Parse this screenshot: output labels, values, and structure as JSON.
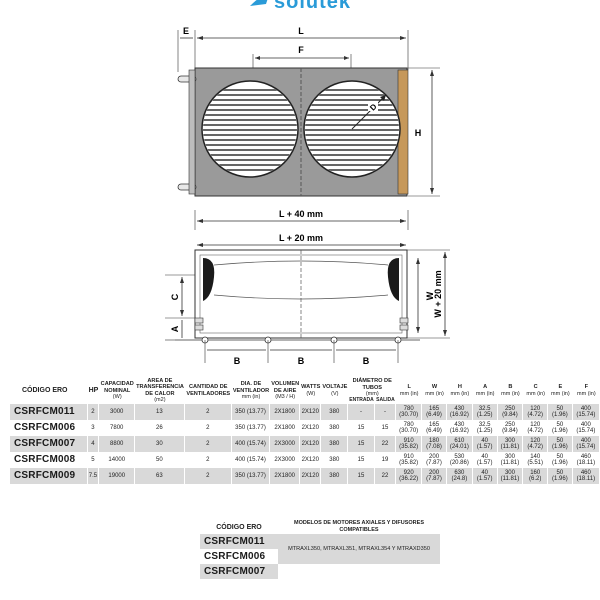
{
  "brand": {
    "name": "solutek",
    "color": "#2a9bd8"
  },
  "drawing": {
    "labels": {
      "e": "E",
      "l": "L",
      "f": "F",
      "d": "D",
      "h": "H",
      "l40": "L + 40 mm",
      "l20": "L + 20 mm",
      "c": "C",
      "a": "A",
      "w": "W",
      "w20": "W + 20 mm",
      "b1": "B",
      "b2": "B",
      "b3": "B"
    }
  },
  "spec_table": {
    "headers": {
      "code": "CÓDIGO ERO",
      "hp": "HP",
      "capacity": "CAPACIDAD NOMINAL",
      "capacity_unit": "(W)",
      "area": "AREA DE TRANSFERENCIA DE CALOR",
      "area_unit": "(m2)",
      "fans": "CANTIDAD DE VENTILADORES",
      "fan_dia": "DIA. DE VENTILADOR",
      "fan_dia_unit": "mm (in)",
      "air": "VOLUMEN DE AIRE",
      "air_unit": "(M3 / H)",
      "watts": "WATTS",
      "watts_unit": "(W)",
      "volt": "VOLTAJE",
      "volt_unit": "(V)",
      "tubes": "DIÁMETRO DE TUBOS",
      "tubes_unit": "(mm)",
      "inlet": "ENTRADA",
      "outlet": "SALIDA",
      "l": "L",
      "w": "W",
      "h": "H",
      "a": "A",
      "b": "B",
      "c": "C",
      "e": "E",
      "f": "F",
      "dim_unit": "mm (in)"
    },
    "rows": [
      {
        "code": "CSRFCM011",
        "hp": "2",
        "capacity": "3000",
        "area": "13",
        "fans": "2",
        "fan_dia": "350 (13.77)",
        "air": "2X1800",
        "watts": "2X120",
        "volt": "380",
        "inlet": "-",
        "outlet": "-",
        "l": "780 (30.70)",
        "w": "165 (6.49)",
        "h": "430 (16.92)",
        "a": "32.5 (1.25)",
        "b": "250 (9.84)",
        "c": "120 (4.72)",
        "e": "50 (1.96)",
        "f": "400 (15.74)"
      },
      {
        "code": "CSRFCM006",
        "hp": "3",
        "capacity": "7800",
        "area": "26",
        "fans": "2",
        "fan_dia": "350 (13.77)",
        "air": "2X1800",
        "watts": "2X120",
        "volt": "380",
        "inlet": "15",
        "outlet": "15",
        "l": "780 (30.70)",
        "w": "165 (6.49)",
        "h": "430 (16.92)",
        "a": "32.5 (1.25)",
        "b": "250 (9.84)",
        "c": "120 (4.72)",
        "e": "50 (1.96)",
        "f": "400 (15.74)"
      },
      {
        "code": "CSRFCM007",
        "hp": "4",
        "capacity": "8800",
        "area": "30",
        "fans": "2",
        "fan_dia": "400 (15.74)",
        "air": "2X3000",
        "watts": "2X120",
        "volt": "380",
        "inlet": "15",
        "outlet": "22",
        "l": "910 (35.82)",
        "w": "180 (7.08)",
        "h": "610 (24.01)",
        "a": "40 (1.57)",
        "b": "300 (11.81)",
        "c": "120 (4.72)",
        "e": "50 (1.96)",
        "f": "400 (15.74)"
      },
      {
        "code": "CSRFCM008",
        "hp": "5",
        "capacity": "14000",
        "area": "50",
        "fans": "2",
        "fan_dia": "400 (15.74)",
        "air": "2X3000",
        "watts": "2X120",
        "volt": "380",
        "inlet": "15",
        "outlet": "19",
        "l": "910 (35.82)",
        "w": "200 (7.87)",
        "h": "530 (20.86)",
        "a": "40 (1.57)",
        "b": "300 (11.81)",
        "c": "140 (5.51)",
        "e": "50 (1.96)",
        "f": "460 (18.11)"
      },
      {
        "code": "CSRFCM009",
        "hp": "7.5",
        "capacity": "19000",
        "area": "63",
        "fans": "2",
        "fan_dia": "350 (13.77)",
        "air": "2X1800",
        "watts": "2X120",
        "volt": "380",
        "inlet": "15",
        "outlet": "22",
        "l": "920 (36.22)",
        "w": "200 (7.87)",
        "h": "630 (24.8)",
        "a": "40 (1.57)",
        "b": "300 (11.81)",
        "c": "160 (6.2)",
        "e": "50 (1.96)",
        "f": "460 (18.11)"
      }
    ]
  },
  "models_table": {
    "header_code": "CÓDIGO ERO",
    "header_models": "MODELOS DE MOTORES AXIALES Y DIFUSORES COMPATIBLES",
    "models_text": "MTRAXL350, MTRAXL351, MTRAXL354 Y MTRAXD350",
    "codes": [
      "CSRFCM011",
      "CSRFCM006",
      "CSRFCM007"
    ]
  }
}
